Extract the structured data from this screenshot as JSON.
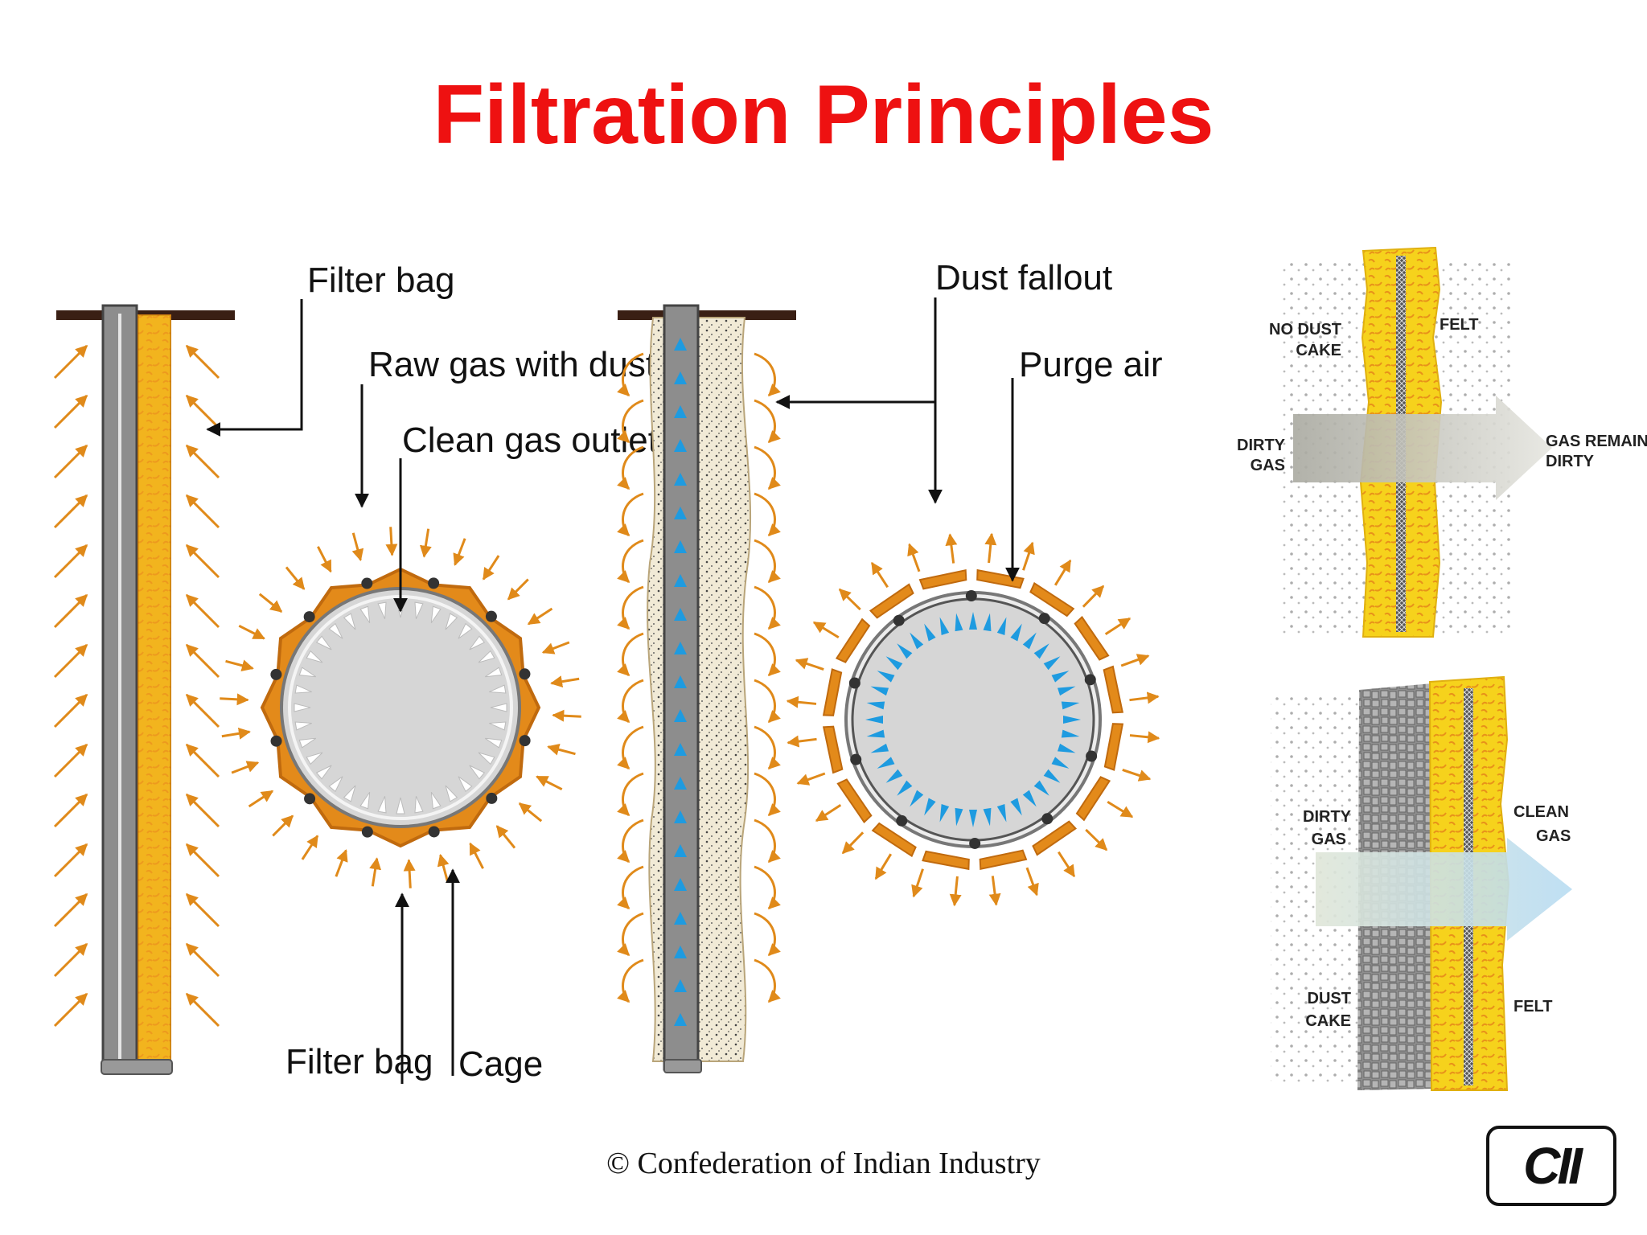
{
  "title": "Filtration Principles",
  "left_panel": {
    "filter_bag_top": "Filter bag",
    "raw_gas": "Raw gas with dust",
    "clean_gas_outlet": "Clean gas outlet",
    "filter_bag_bottom": "Filter bag",
    "cage": "Cage"
  },
  "middle_panel": {
    "dust_fallout": "Dust fallout",
    "purge_air": "Purge air"
  },
  "right_top": {
    "no_dust_cake": [
      "NO DUST",
      "CAKE"
    ],
    "felt": "FELT",
    "dirty_gas": [
      "DIRTY",
      "GAS"
    ],
    "gas_remains_dirty": [
      "GAS REMAINS",
      "DIRTY"
    ]
  },
  "right_bottom": {
    "dirty_gas": [
      "DIRTY",
      "GAS"
    ],
    "clean_gas": [
      "CLEAN",
      "GAS"
    ],
    "dust_cake": [
      "DUST",
      "CAKE"
    ],
    "felt": "FELT"
  },
  "footer": {
    "copyright": "© Confederation of Indian Industry",
    "logo": "CII"
  },
  "colors": {
    "title": "#ee1111",
    "bag_orange": "#f0a020",
    "rim_orange": "#d9780f",
    "felt_yellow": "#f6d21c",
    "purge_blue": "#1e9be0",
    "cake_grey": "#9a9a9a"
  }
}
